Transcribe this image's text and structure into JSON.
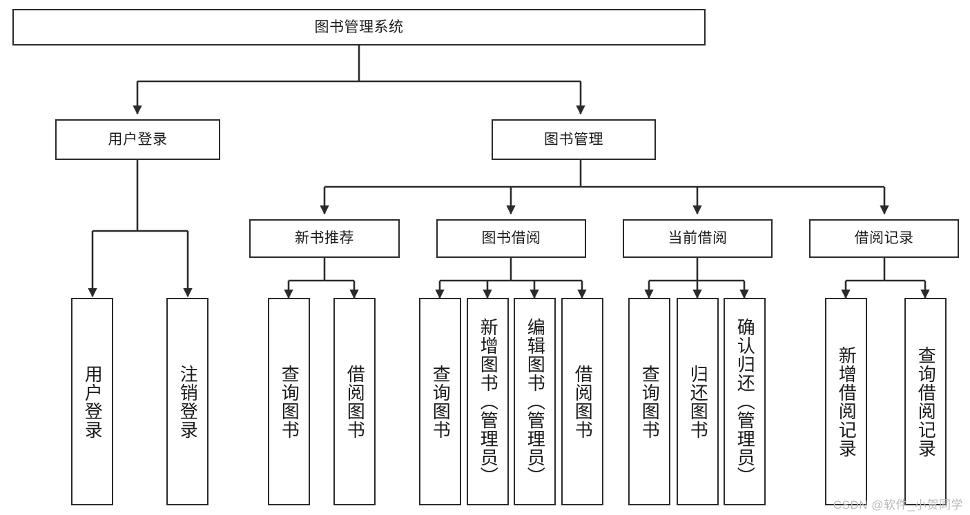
{
  "diagram": {
    "title": "图书管理系统",
    "type": "tree-hierarchy",
    "watermark": "CSDN @软件_小贺同学",
    "colors": {
      "box_border": "#2b2b2b",
      "box_fill": "#ffffff",
      "edge": "#2b2b2b",
      "text": "#1a1a1a",
      "watermark": "#b9b9b9"
    },
    "root": {
      "id": "root",
      "label": "图书管理系统"
    },
    "level1": [
      {
        "id": "user-login",
        "label": "用户登录"
      },
      {
        "id": "book-manage",
        "label": "图书管理"
      }
    ],
    "level2": [
      {
        "id": "new-book-recommend",
        "label": "新书推荐",
        "parent": "book-manage"
      },
      {
        "id": "book-borrow",
        "label": "图书借阅",
        "parent": "book-manage"
      },
      {
        "id": "current-borrow",
        "label": "当前借阅",
        "parent": "book-manage"
      },
      {
        "id": "borrow-record",
        "label": "借阅记录",
        "parent": "book-manage"
      }
    ],
    "leaves": [
      {
        "id": "leaf-user-login",
        "label": "用户登录",
        "parent": "user-login"
      },
      {
        "id": "leaf-logout-login",
        "label": "注销登录",
        "parent": "user-login"
      },
      {
        "id": "leaf-query-book-1",
        "label": "查询图书",
        "parent": "new-book-recommend"
      },
      {
        "id": "leaf-borrow-book-1",
        "label": "借阅图书",
        "parent": "new-book-recommend"
      },
      {
        "id": "leaf-query-book-2",
        "label": "查询图书",
        "parent": "book-borrow"
      },
      {
        "id": "leaf-add-book",
        "label": "新增图书（管理员）",
        "parent": "book-borrow"
      },
      {
        "id": "leaf-edit-book",
        "label": "编辑图书（管理员）",
        "parent": "book-borrow"
      },
      {
        "id": "leaf-borrow-book-2",
        "label": "借阅图书",
        "parent": "book-borrow"
      },
      {
        "id": "leaf-query-book-3",
        "label": "查询图书",
        "parent": "current-borrow"
      },
      {
        "id": "leaf-return-book",
        "label": "归还图书",
        "parent": "current-borrow"
      },
      {
        "id": "leaf-confirm-return",
        "label": "确认归还（管理员）",
        "parent": "current-borrow"
      },
      {
        "id": "leaf-add-record",
        "label": "新增借阅记录",
        "parent": "borrow-record"
      },
      {
        "id": "leaf-query-record",
        "label": "查询借阅记录",
        "parent": "borrow-record"
      }
    ]
  }
}
